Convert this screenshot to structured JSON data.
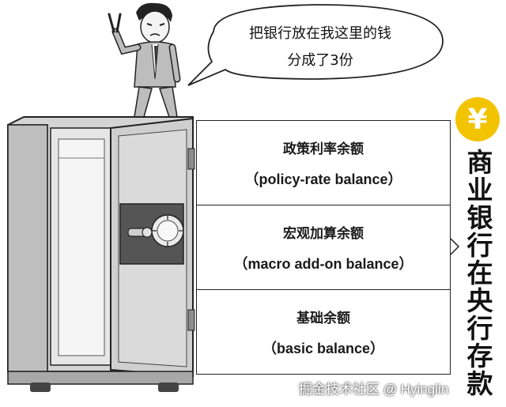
{
  "speech_bubble": {
    "line1": "把银行放在我这里的钱",
    "line2": "分成了3份"
  },
  "sections": [
    {
      "label_cn": "政策利率余额",
      "label_en": "（policy-rate balance）"
    },
    {
      "label_cn": "宏观加算余额",
      "label_en": "（macro add-on balance）"
    },
    {
      "label_cn": "基础余额",
      "label_en": "（basic balance）"
    }
  ],
  "side_title": "商业银行在央行存款",
  "yen_symbol": "¥",
  "watermark": "掘金技术社区 @ Hyinglin",
  "colors": {
    "yen_badge": "#f2c400",
    "safe_body": "#cfcfcf",
    "safe_dark": "#8c8c8c",
    "man_suit": "#bdbdbd"
  },
  "icons": [
    "man-cartoon",
    "safe-illustration",
    "dial-lock-icon",
    "handle-icon",
    "yen-icon"
  ]
}
